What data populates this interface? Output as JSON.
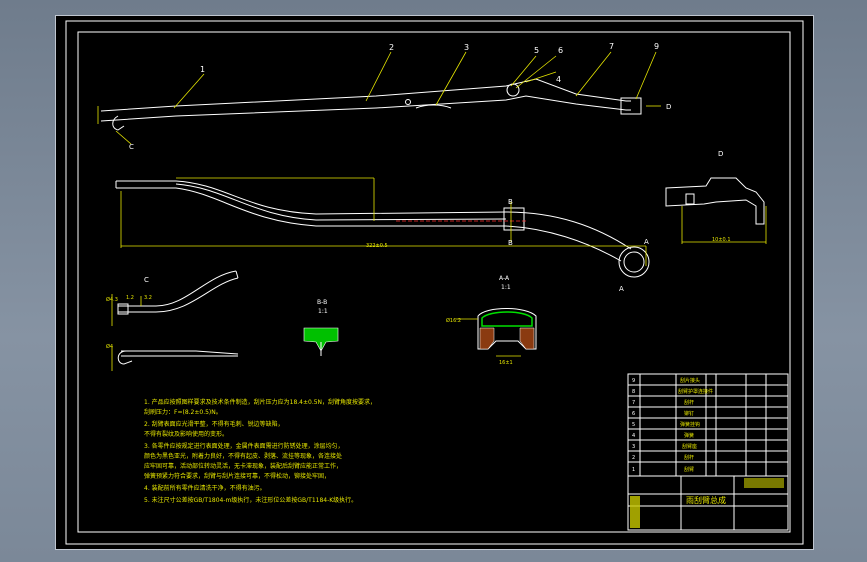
{
  "drawing": {
    "balloons": [
      "1",
      "2",
      "3",
      "5",
      "6",
      "7",
      "9",
      "4"
    ],
    "view_labels": {
      "view_d_ref": "D",
      "view_d": "D",
      "view_c_ref": "C",
      "view_c": "C",
      "section_aa": "A-A",
      "section_aa_scale": "1:1",
      "section_bb": "B-B",
      "section_bb_scale": "1:1",
      "section_a_mark": "A",
      "section_b_mark": "B"
    },
    "dims": {
      "overall_length": "322±0.5",
      "view_d_width": "10±0.1",
      "section_aa_width": "16±1",
      "section_aa_dia": "Ø16.2",
      "c_dim_1": "Ø4.3",
      "c_dim_2": "1.2",
      "c_dim_3": "3.2",
      "c_dim_4": "Ø4"
    },
    "notes": [
      "1. 产品应按照图样要求及技术条件制造，刮片压力应为18.4±0.5N，刮臂角度按要求，",
      "   刮刷压力：F=(8.2±0.5)N。",
      "2. 刮臂表面应光滑平整，不得有毛刺、锐边等缺陷，",
      "   不得有裂纹及影响使用的变形。",
      "3. 各零件应按规定进行表面处理，金属件表面需进行防锈处理，涂层均匀，",
      "   颜色为黑色亚光，附着力良好，不得有起皮、剥落、流挂等现象，各连接处",
      "   应牢固可靠，活动部位转动灵活，无卡滞现象，装配后刮臂应能正常工作，",
      "   弹簧预紧力符合要求，刮臂与刮片连接可靠，不得松动，铆接处牢固，",
      "4. 装配前所有零件应清洗干净，不得有油污。",
      "5. 未注尺寸公差按GB/T1804-m级执行，未注形位公差按GB/T1184-K级执行。"
    ],
    "title_block": {
      "parts": [
        {
          "no": "9",
          "name": "刮片接头"
        },
        {
          "no": "8",
          "name": "刮臂护罩连接件"
        },
        {
          "no": "7",
          "name": "刮杆"
        },
        {
          "no": "6",
          "name": "铆钉"
        },
        {
          "no": "5",
          "name": "弹簧挂钩"
        },
        {
          "no": "4",
          "name": "弹簧"
        },
        {
          "no": "3",
          "name": "刮臂座"
        },
        {
          "no": "2",
          "name": "刮杆"
        },
        {
          "no": "1",
          "name": "刮臂"
        }
      ],
      "drawing_title": "雨刮臂总成"
    }
  }
}
